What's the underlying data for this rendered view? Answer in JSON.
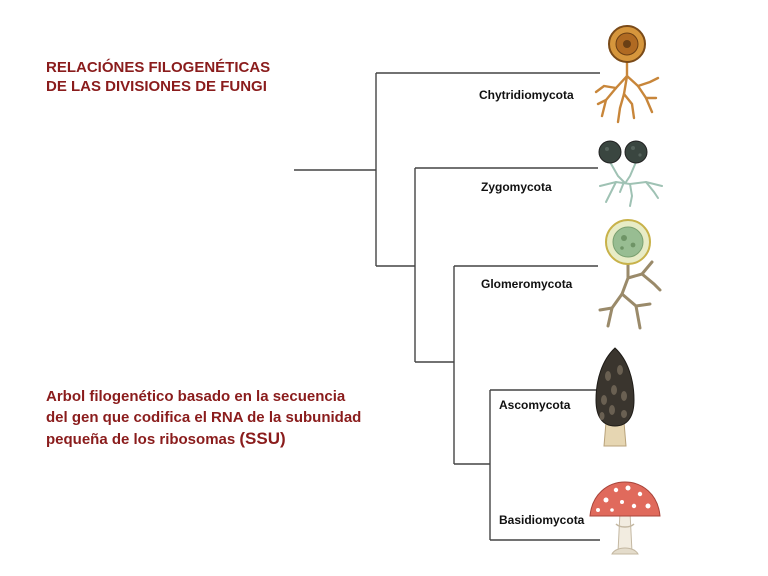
{
  "title_lines": [
    "RELACIÓNES FILOGENÉTICAS",
    "DE LAS DIVISIONES DE FUNGI"
  ],
  "caption": {
    "line1": "Arbol filogenético basado en la secuencia",
    "line2": "del gen que codifica el RNA  de la subunidad",
    "line3_prefix": "pequeña de los ribosomas ",
    "line3_suffix": "(SSU)"
  },
  "taxa": {
    "chytridiomycota": "Chytridiomycota",
    "zygomycota": "Zygomycota",
    "glomeromycota": "Glomeromycota",
    "ascomycota": "Ascomycota",
    "basidiomycota": "Basidiomycota"
  },
  "colors": {
    "title": "#8a1c1c",
    "branch": "#444444",
    "chytrid": "#c07a28",
    "zygo": "#3c4a44",
    "glomero": "#8fb07a",
    "asco": "#3a352e",
    "basidio": "#d9534f"
  },
  "icons": [
    "chytrid-fungus-icon",
    "zygomycete-fungus-icon",
    "glomeromycete-fungus-icon",
    "morel-mushroom-icon",
    "amanita-mushroom-icon"
  ]
}
